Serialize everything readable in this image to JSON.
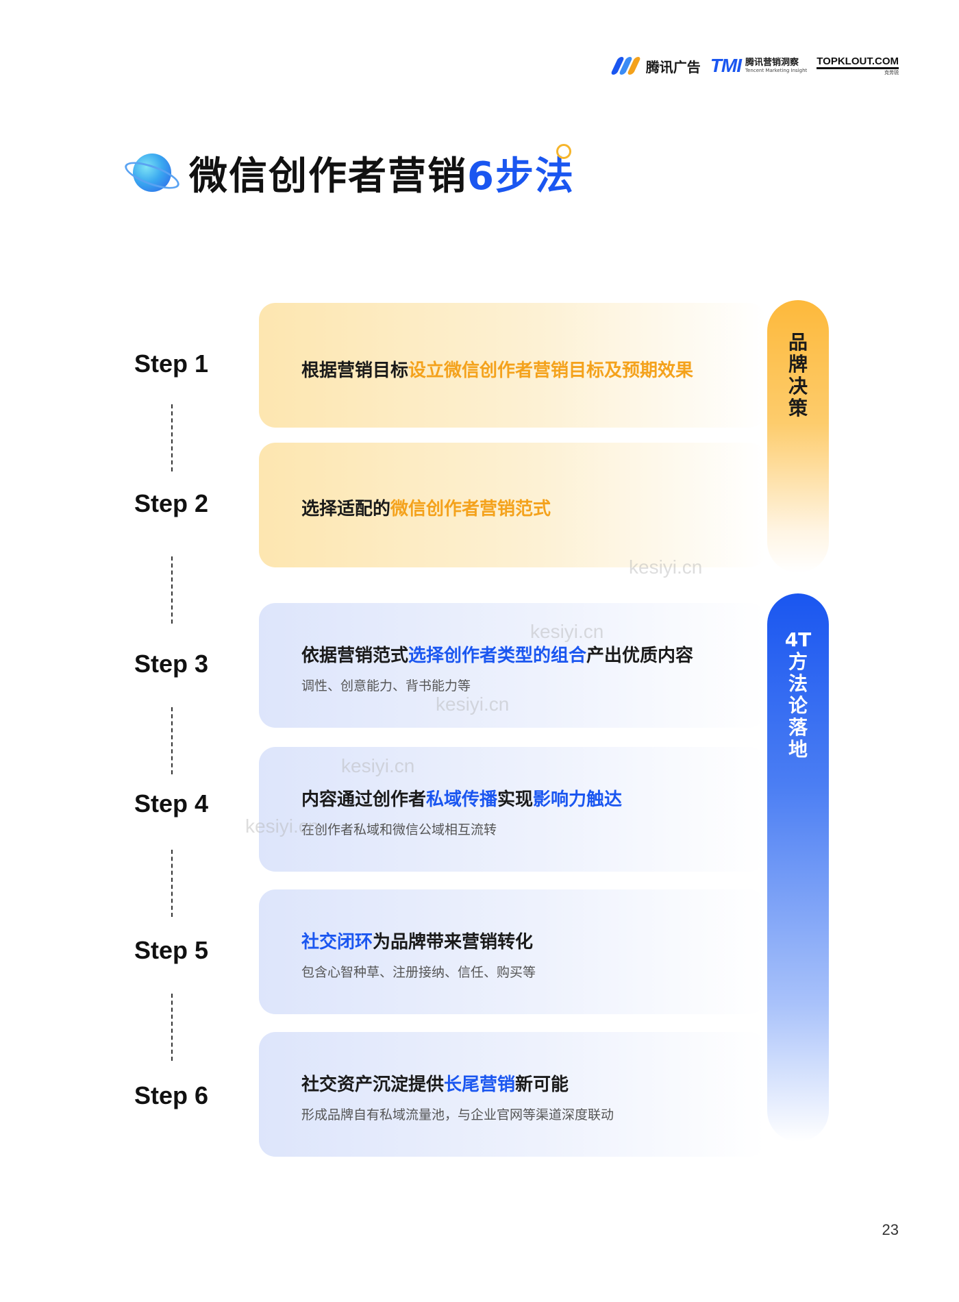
{
  "header": {
    "logo_tencent": "腾讯广告",
    "logo_tmi_mark": "TMI",
    "logo_tmi_cn": "腾讯营销洞察",
    "logo_tmi_en": "Tencent Marketing Insight",
    "logo_topklout": "TOPKLOUT.COM",
    "logo_topklout_sub": "克劳锐"
  },
  "title": {
    "prefix": "微信创作者营销",
    "highlight": "6步法"
  },
  "steps": [
    {
      "label": "Step 1",
      "parts": [
        {
          "t": "根据营销目标",
          "c": ""
        },
        {
          "t": "设立微信创作者营销目标及预期效果",
          "c": "o"
        }
      ],
      "sub": ""
    },
    {
      "label": "Step 2",
      "parts": [
        {
          "t": "选择适配的",
          "c": ""
        },
        {
          "t": "微信创作者营销范式",
          "c": "o"
        }
      ],
      "sub": ""
    },
    {
      "label": "Step 3",
      "parts": [
        {
          "t": "依据营销范式",
          "c": ""
        },
        {
          "t": "选择创作者类型的组合",
          "c": "b"
        },
        {
          "t": "产出优质内容",
          "c": ""
        }
      ],
      "sub": "调性、创意能力、背书能力等"
    },
    {
      "label": "Step 4",
      "parts": [
        {
          "t": "内容通过创作者",
          "c": ""
        },
        {
          "t": "私域传播",
          "c": "b"
        },
        {
          "t": "实现",
          "c": ""
        },
        {
          "t": "影响力触达",
          "c": "b"
        }
      ],
      "sub": "在创作者私域和微信公域相互流转"
    },
    {
      "label": "Step 5",
      "parts": [
        {
          "t": "社交闭环",
          "c": "b"
        },
        {
          "t": "为品牌带来营销转化",
          "c": ""
        }
      ],
      "sub": "包含心智种草、注册接纳、信任、购买等"
    },
    {
      "label": "Step 6",
      "parts": [
        {
          "t": "社交资产沉淀提供",
          "c": ""
        },
        {
          "t": "长尾营销",
          "c": "b"
        },
        {
          "t": "新可能",
          "c": ""
        }
      ],
      "sub": "形成品牌自有私域流量池，与企业官网等渠道深度联动"
    }
  ],
  "side_labels": {
    "brand_decision": "品牌决策",
    "method": "4T方法论落地"
  },
  "watermark": "kesiyi.cn",
  "page_number": "23",
  "colors": {
    "orange": "#f4a21c",
    "blue": "#1a56f0"
  }
}
